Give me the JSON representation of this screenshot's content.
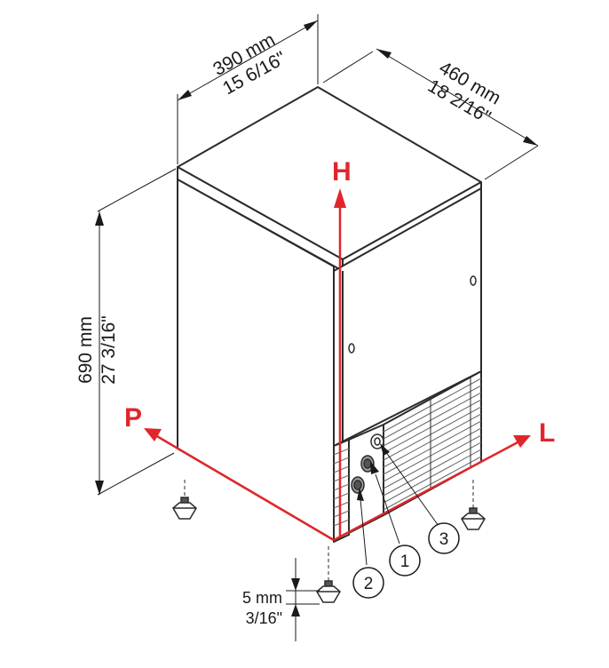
{
  "dimensions": {
    "width": {
      "metric": "390 mm",
      "imperial": "15 6/16\""
    },
    "depth": {
      "metric": "460 mm",
      "imperial": "18 2/16\""
    },
    "height": {
      "metric": "690 mm",
      "imperial": "27 3/16\""
    },
    "feet": {
      "metric": "5 mm",
      "imperial": "3/16\""
    }
  },
  "axes": {
    "height": "H",
    "depth": "P",
    "width": "L"
  },
  "callouts": [
    "1",
    "2",
    "3"
  ],
  "colors": {
    "axis": "#e0262b",
    "body": "#ffffff",
    "outline": "#2b2b2b"
  }
}
